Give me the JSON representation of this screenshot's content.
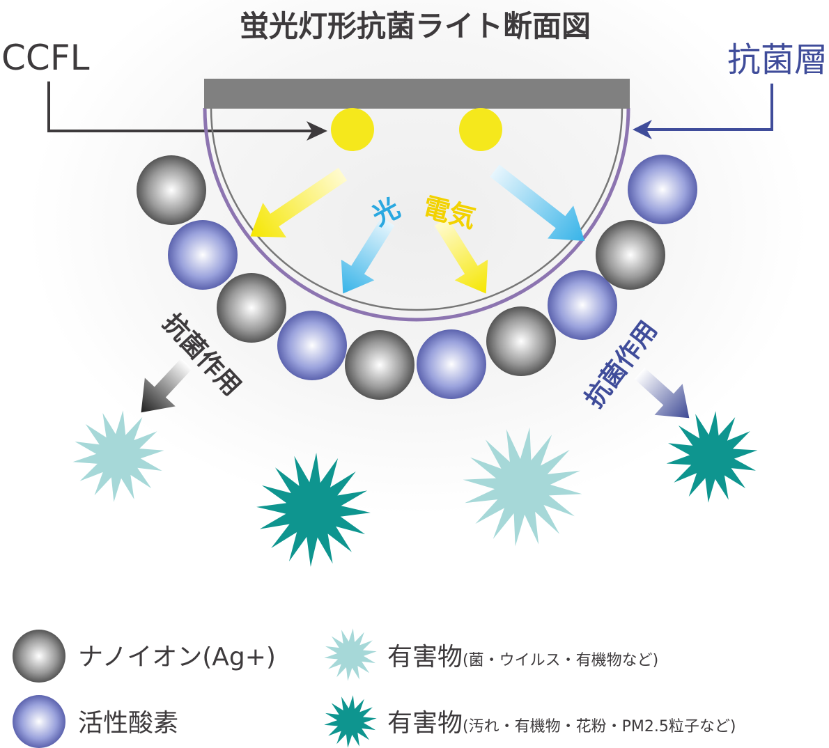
{
  "title": "蛍光灯形抗菌ライト断面図",
  "labels": {
    "ccfl": "CCFL",
    "layer": "抗菌層",
    "light": "光",
    "electricity": "電気",
    "action_left": "抗菌作用",
    "action_right": "抗菌作用"
  },
  "legend": {
    "ion": "ナノイオン(Ag+)",
    "oxygen": "活性酸素",
    "harm1_main": "有害物",
    "harm1_sub": "(菌・ウイルス・有機物など)",
    "harm2_main": "有害物",
    "harm2_sub": "(汚れ・有機物・花粉・PM2.5粒子など)"
  },
  "colors": {
    "ccfl_arrow": "#3d3a3c",
    "layer_blue": "#3f4c9a",
    "tube_purple": "#8c74b0",
    "lamp_yellow": "#f5e81c",
    "light_blue": "#2aa8e0",
    "elec_yellow": "#f2d200",
    "harm_light": "#a6d8d8",
    "harm_dark": "#0e958f",
    "bar_gray": "#808080"
  }
}
